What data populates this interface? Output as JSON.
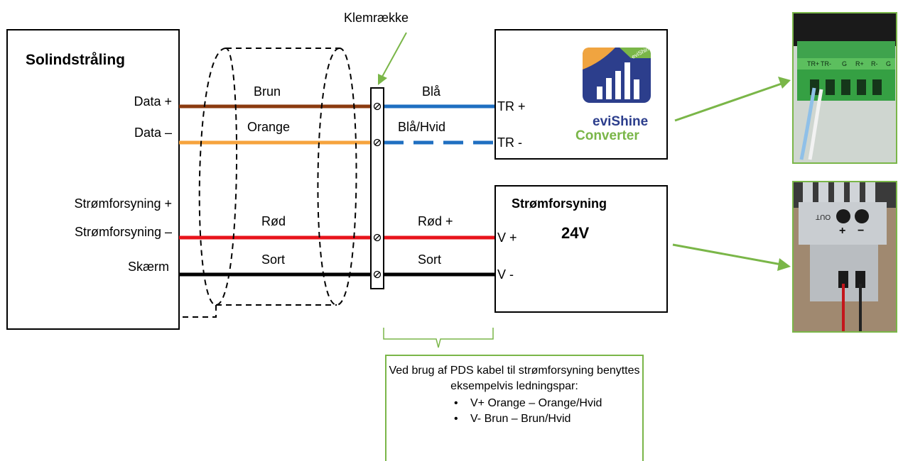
{
  "sensor": {
    "title": "Solindstråling"
  },
  "sensor_pins": {
    "data_plus": "Data +",
    "data_minus": "Data –",
    "power_plus": "Strømforsyning +",
    "power_minus": "Strømforsyning –",
    "screen": "Skærm"
  },
  "cable_labels": {
    "brun": "Brun",
    "orange": "Orange",
    "rod": "Rød",
    "sort": "Sort"
  },
  "terminal_block": {
    "label": "Klemrække"
  },
  "output_labels": {
    "bla": "Blå",
    "bla_hvid": "Blå/Hvid",
    "rod_plus": "Rød +",
    "sort": "Sort"
  },
  "converter": {
    "pin_tr_plus": "TR +",
    "pin_tr_minus": "TR -",
    "logo_brand": "eviShine",
    "logo_product": "Converter",
    "logo_ribbon": "eviShine"
  },
  "power_supply": {
    "title": "Strømforsyning",
    "voltage": "24V",
    "pin_v_plus": "V +",
    "pin_v_minus": "V -"
  },
  "photo_terminal_labels": [
    "TR+",
    "TR-",
    "G",
    "R+",
    "R-",
    "G"
  ],
  "photo_psu_labels": {
    "out": "OUT",
    "plus": "+",
    "minus": "−"
  },
  "note": {
    "line1": "Ved brug af PDS kabel til strømforsyning benyttes",
    "line2": "eksempelvis ledningspar:",
    "bullet1": "V+ Orange – Orange/Hvid",
    "bullet2": "V-  Brun – Brun/Hvid"
  },
  "colors": {
    "brown": "#8b3a0f",
    "orange": "#f6a33d",
    "blue": "#1f6fc1",
    "red": "#e8141b",
    "black": "#000000",
    "green": "#7ab648"
  }
}
